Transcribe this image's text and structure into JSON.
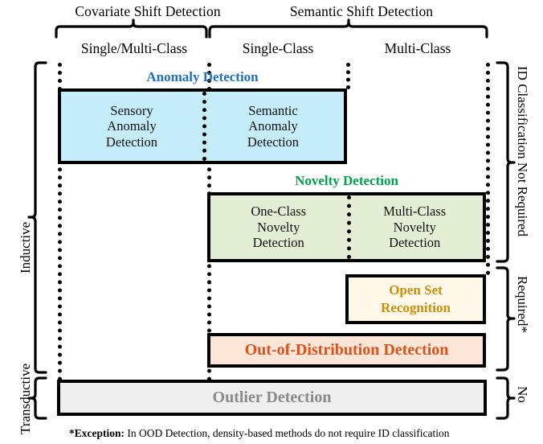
{
  "figure": {
    "top_groups": [
      {
        "label": "Covariate Shift Detection"
      },
      {
        "label": "Semantic Shift Detection"
      }
    ],
    "columns": [
      {
        "label": "Single/Multi-Class"
      },
      {
        "label": "Single-Class"
      },
      {
        "label": "Multi-Class"
      }
    ],
    "rows": [
      {
        "title": "Anomaly Detection",
        "title_color": "#1f6fc4",
        "fill": "#c5ecf9",
        "cells": [
          {
            "lines": [
              "Sensory",
              "Anomaly",
              "Detection"
            ]
          },
          {
            "lines": [
              "Semantic",
              "Anomaly",
              "Detection"
            ]
          }
        ]
      },
      {
        "title": "Novelty Detection",
        "title_color": "#00a14b",
        "fill": "#e4eed5",
        "cells": [
          {
            "lines": [
              "One-Class",
              "Novelty",
              "Detection"
            ]
          },
          {
            "lines": [
              "Multi-Class",
              "Novelty",
              "Detection"
            ]
          }
        ]
      },
      {
        "title": "",
        "title_color": "#b8860b",
        "fill": "#fdf8e8",
        "cells": [
          {
            "lines": [
              "Open Set",
              "Recognition"
            ],
            "bold": true,
            "color": "#c8900c"
          }
        ]
      },
      {
        "title": "",
        "title_color": "#d9531e",
        "fill": "#fae5d7",
        "cells": [
          {
            "lines": [
              "Out-of-Distribution Detection"
            ],
            "bold": true,
            "color": "#d9531e"
          }
        ]
      },
      {
        "title": "",
        "title_color": "#8a8a8a",
        "fill": "#efefef",
        "cells": [
          {
            "lines": [
              "Outlier Detection"
            ],
            "bold": true,
            "color": "#8a8a8a"
          }
        ]
      }
    ],
    "left_labels": [
      {
        "label": "Inductive"
      },
      {
        "label": "Transductive"
      }
    ],
    "right_labels": [
      {
        "label": "ID Classification Not Required"
      },
      {
        "label": "Required*"
      },
      {
        "label": "No"
      }
    ],
    "footnote": {
      "marker": "*Exception:",
      "text": " In OOD Detection, density-based methods do not require ID classification"
    }
  }
}
